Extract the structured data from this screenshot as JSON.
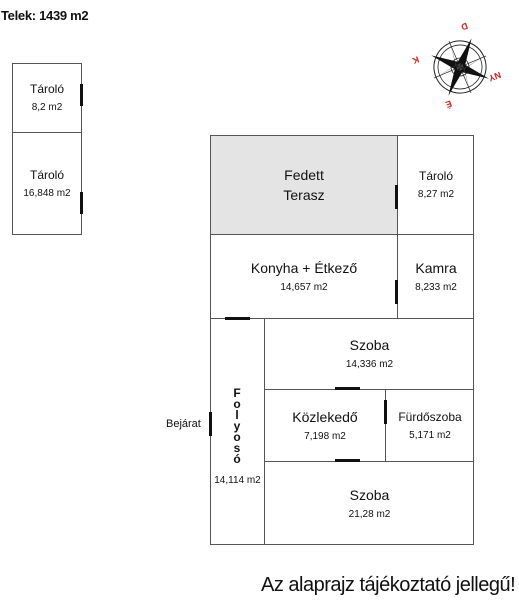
{
  "plot": {
    "label": "Telek: 1439 m2"
  },
  "outbuilding": {
    "top": {
      "name": "Tároló",
      "area": "8,2 m2"
    },
    "bottom": {
      "name": "Tároló",
      "area": "16,848 m2"
    }
  },
  "house": {
    "terrace": {
      "line1": "Fedett",
      "line2": "Terasz"
    },
    "storage": {
      "name": "Tároló",
      "area": "8,27 m2"
    },
    "kitchen": {
      "name": "Konyha + Étkező",
      "area": "14,657 m2"
    },
    "pantry": {
      "name": "Kamra",
      "area": "8,233 m2"
    },
    "room1": {
      "name": "Szoba",
      "area": "14,336 m2"
    },
    "hallway": {
      "name": "Közlekedő",
      "area": "7,198 m2"
    },
    "bathroom": {
      "name": "Fürdőszoba",
      "area": "5,171 m2"
    },
    "corridor": {
      "letters": [
        "F",
        "o",
        "l",
        "y",
        "o",
        "s",
        "ó"
      ],
      "area": "14,114 m2"
    },
    "room2": {
      "name": "Szoba",
      "area": "21,28 m2"
    },
    "entrance": {
      "label": "Bejárat"
    }
  },
  "compass": {
    "letters": {
      "north": "D",
      "east": "NY",
      "south": "É",
      "west": "K"
    }
  },
  "disclaimer": "Az alaprajz tájékoztató jellegű!",
  "colors": {
    "terrace_fill": "#e4e4e4",
    "wall": "#555555",
    "door": "#111111"
  }
}
